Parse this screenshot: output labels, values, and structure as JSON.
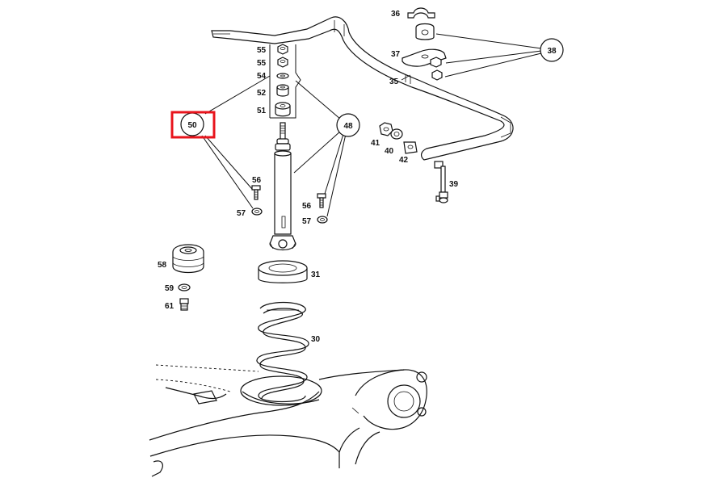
{
  "highlight_color": "#e8141c",
  "selected_callout": "50",
  "callouts": {
    "c50": "50",
    "c48": "48",
    "c38": "38"
  },
  "labels": {
    "l55a": "55",
    "l55b": "55",
    "l54": "54",
    "l52": "52",
    "l51": "51",
    "l56a": "56",
    "l57a": "57",
    "l56b": "56",
    "l57b": "57",
    "l58": "58",
    "l59": "59",
    "l61": "61",
    "l31": "31",
    "l30": "30",
    "l36": "36",
    "l37": "37",
    "l35": "35",
    "l41": "41",
    "l40": "40",
    "l42": "42",
    "l39": "39"
  }
}
